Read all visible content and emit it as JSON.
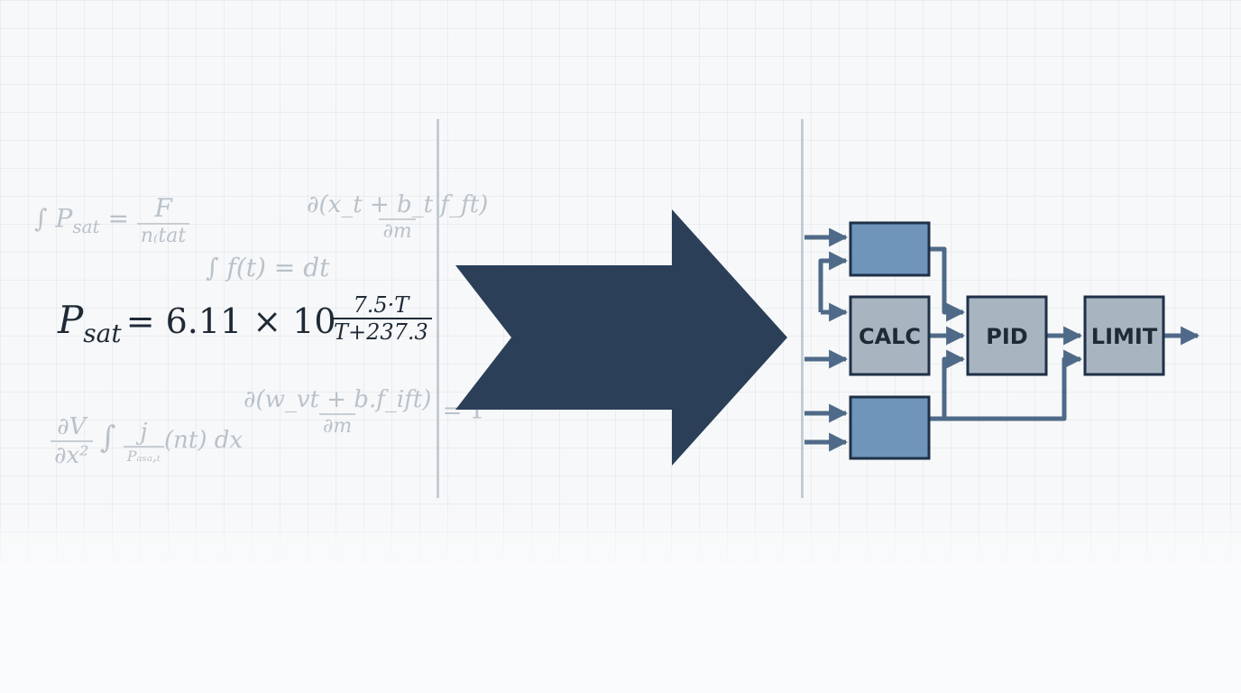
{
  "equations": {
    "main": {
      "symbol": "P",
      "subscript": "sat",
      "body": "= 6.11 × 10",
      "exp_numerator": "7.5·T",
      "exp_denominator": "T+237.3"
    },
    "ghost_1": {
      "lhs": "∫  P",
      "sub": "sat",
      "eq": "=",
      "num": "F",
      "den": "n₍tat"
    },
    "ghost_2": {
      "num": "∂(x_t + b_t f_ft)",
      "den": "∂m"
    },
    "ghost_3": {
      "text": "∫ f(t) = dt"
    },
    "ghost_4": {
      "lhs_num": "∂V",
      "lhs_den": "∂x²",
      "int": "∫",
      "num": "j",
      "den": "Pₐₛₐ,ₜ",
      "tail": "(nt)  dx"
    },
    "ghost_5": {
      "num": "∂(w_vt + b.f_ift)",
      "den": "∂m",
      "tail": "= 1"
    }
  },
  "diagram": {
    "blocks": [
      {
        "id": "input-a",
        "label": ""
      },
      {
        "id": "calc",
        "label": "CALC"
      },
      {
        "id": "input-b",
        "label": ""
      },
      {
        "id": "pid",
        "label": "PID"
      },
      {
        "id": "limit",
        "label": "LIMIT"
      }
    ],
    "colors": {
      "arrow": "#2b3f58",
      "block_blue": "#6f95bb",
      "block_gray": "#a9b4c1",
      "stroke": "#1e3147",
      "line": "#4f6a88"
    }
  }
}
